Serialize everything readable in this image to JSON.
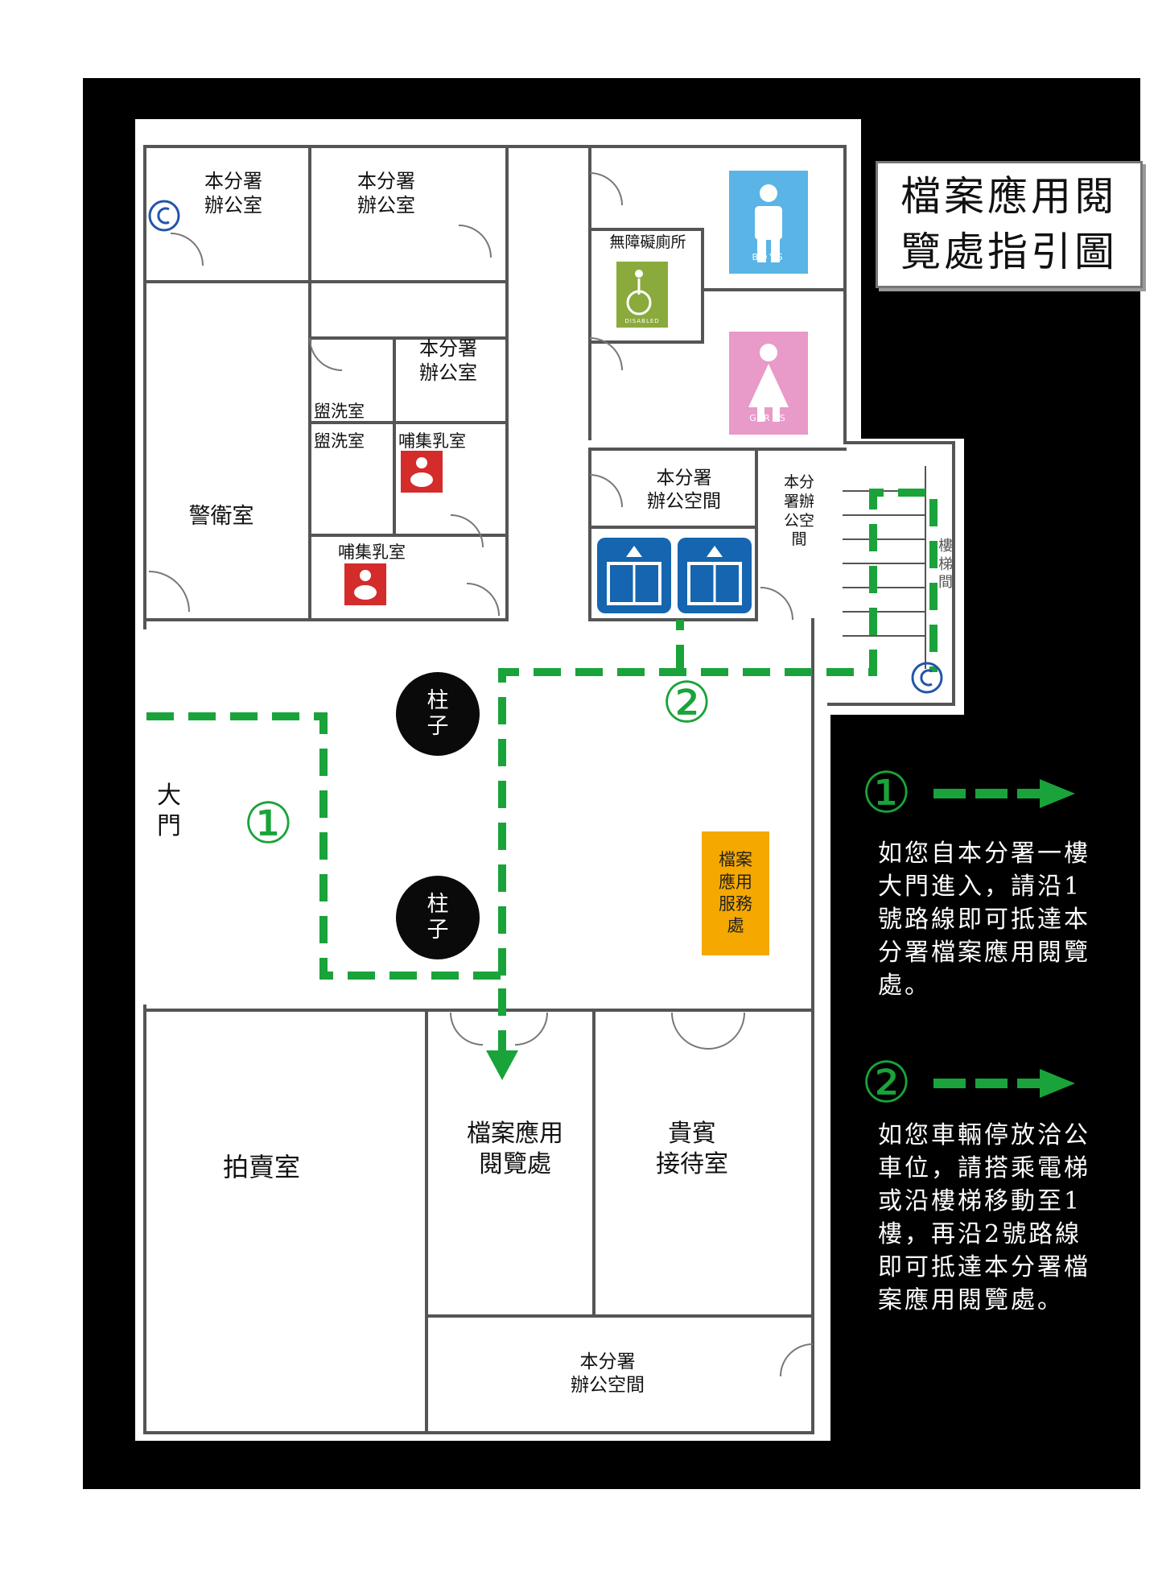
{
  "title": "檔案應用閱\n覽處指引圖",
  "rooms": {
    "office_tl1": "本分署\n辦公室",
    "office_tl2": "本分署\n辦公室",
    "office_mid": "本分署\n辦公室",
    "wash1": "盥洗室",
    "wash2": "盥洗室",
    "nursing1": "哺集乳室",
    "nursing2": "哺集乳室",
    "guard": "警衛室",
    "accessible_toilet": "無障礙廁所",
    "boys": "BOYS",
    "girls": "GIRLS",
    "office_space1": "本分署\n辦公空間",
    "office_space2": "本分\n署辦\n公空\n間",
    "stairs": "樓\n梯\n間",
    "main_door": "大\n門",
    "pillar1": "柱\n子",
    "pillar2": "柱\n子",
    "service_desk": "檔案\n應用\n服務\n處",
    "auction": "拍賣室",
    "reading_room": "檔案應用\n閱覽處",
    "vip": "貴賓\n接待室",
    "office_space3": "本分署\n辦公空間",
    "disabled_caption": "DISABLED"
  },
  "routes": {
    "route1_marker": "①",
    "route2_marker": "②",
    "route_color": "#1aa33a"
  },
  "legend": [
    {
      "marker": "①",
      "text": "如您自本分署一樓\n大門進入，請沿1\n號路線即可抵達本\n分署檔案應用閱覽\n處。"
    },
    {
      "marker": "②",
      "text": "如您車輛停放洽公\n車位，請搭乘電梯\n或沿樓梯移動至1\n樓，再沿2號路線\n即可抵達本分署檔\n案應用閱覽處。"
    }
  ],
  "colors": {
    "background": "#000000",
    "floor": "#ffffff",
    "route": "#1aa33a",
    "service_desk": "#f5a800",
    "elevator": "#1565b0",
    "boys_sign": "#5ab4e5",
    "girls_sign": "#e89ac8",
    "nursing_sign": "#d42b2b",
    "accessible_sign": "#8aaa3c"
  },
  "icons": [
    "elevator-icon",
    "elevator-icon",
    "wheelchair-icon",
    "man-icon",
    "woman-icon",
    "nursing-icon",
    "nursing-icon",
    "copyright-circle-icon",
    "copyright-circle-icon"
  ]
}
